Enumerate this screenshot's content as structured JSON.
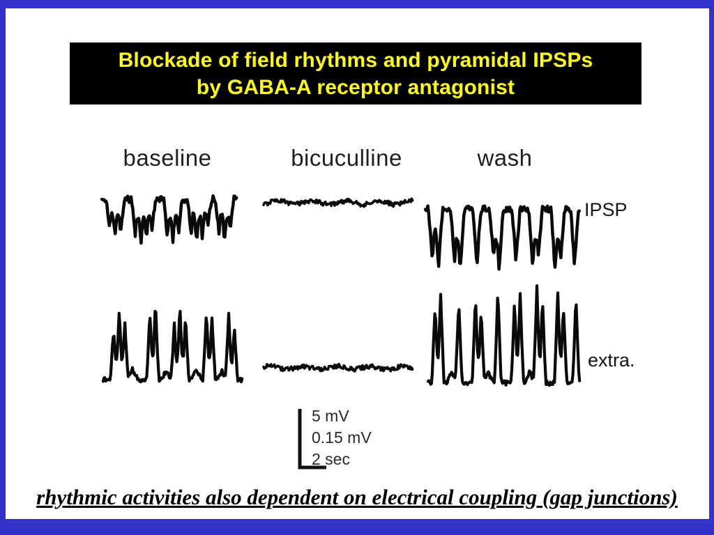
{
  "slide": {
    "title": {
      "line1": "Blockade of field rhythms and pyramidal IPSPs",
      "line2": "by GABA-A receptor antagonist"
    },
    "caption": "rhythmic activities also dependent on electrical coupling (gap junctions)",
    "colors": {
      "frame": "#3333cc",
      "title_bg": "#000000",
      "title_text": "#ffff00",
      "trace": "#0a0a0a"
    }
  },
  "figure": {
    "condition_labels": [
      "baseline",
      "bicuculline",
      "wash"
    ],
    "row_labels": [
      "IPSP",
      "extra."
    ],
    "scale_bar_labels": [
      "5 mV",
      "0.15 mV",
      "2 sec"
    ]
  }
}
